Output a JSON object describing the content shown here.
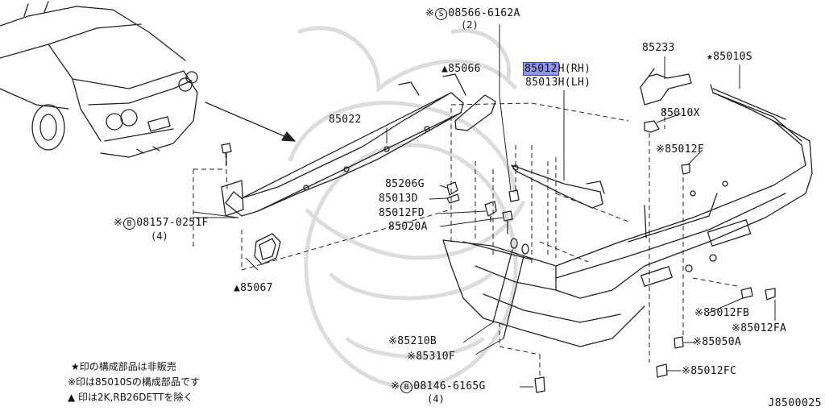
{
  "diagram": {
    "figure_code": "J8500025",
    "colors": {
      "line": "#222222",
      "highlight": "#8f96e8",
      "watermark": "#dcdcdc"
    },
    "parts": {
      "p08566": {
        "prefix": "※",
        "circle": "S",
        "number": "08566-6162A",
        "qty": "(2)"
      },
      "p85066": {
        "text": "▲85066"
      },
      "p85012h_a": "85012",
      "p85012h_b": "H(RH)",
      "p85013h": "85013H(LH)",
      "p85233": "85233",
      "p85010s": "★85010S",
      "p85022": "85022",
      "p85010x": "85010X",
      "p85012f": "※85012F",
      "p85206g": "85206G",
      "p85013d": "85013D",
      "p85012fd": "85012FD",
      "p85020a": "85020A",
      "p08157": {
        "prefix": "※",
        "circle": "B",
        "number": "08157-0251F",
        "qty": "(4)"
      },
      "p85067": "▲85067",
      "p85012fb": "※85012FB",
      "p85012fa": "※85012FA",
      "p85050a": "※85050A",
      "p85210b": "※85210B",
      "p85310f": "※85310F",
      "p85012fc": "※85012FC",
      "p08146": {
        "prefix": "※",
        "circle": "B",
        "number": "08146-6165G",
        "qty": "(4)"
      }
    },
    "legend": [
      "★印の構成部品は非販売",
      "※印は85010Sの構成部品です",
      "▲ 印は2K,RB26DETTを除く"
    ]
  }
}
